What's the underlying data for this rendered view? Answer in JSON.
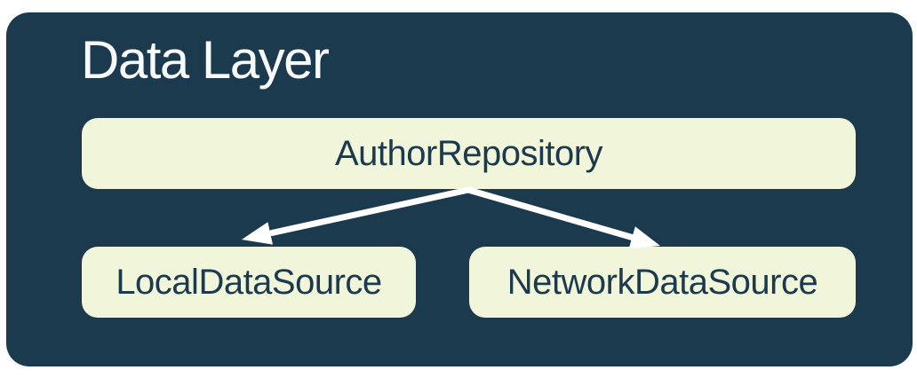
{
  "diagram": {
    "group_title": "Data Layer",
    "nodes": [
      {
        "id": "author-repository",
        "label": "AuthorRepository"
      },
      {
        "id": "local-data-source",
        "label": "LocalDataSource"
      },
      {
        "id": "network-data-source",
        "label": "NetworkDataSource"
      }
    ],
    "edges": [
      {
        "from": "AuthorRepository",
        "to": "LocalDataSource",
        "style": "arrow"
      },
      {
        "from": "AuthorRepository",
        "to": "NetworkDataSource",
        "style": "arrow"
      }
    ],
    "colors": {
      "background": "#FFFFFF",
      "group_fill": "#1C3A4D",
      "node_fill": "#F1F5DA",
      "node_text": "#1C3A4D",
      "title_text": "#F8F9FA",
      "arrow": "#FFFFFF"
    }
  }
}
